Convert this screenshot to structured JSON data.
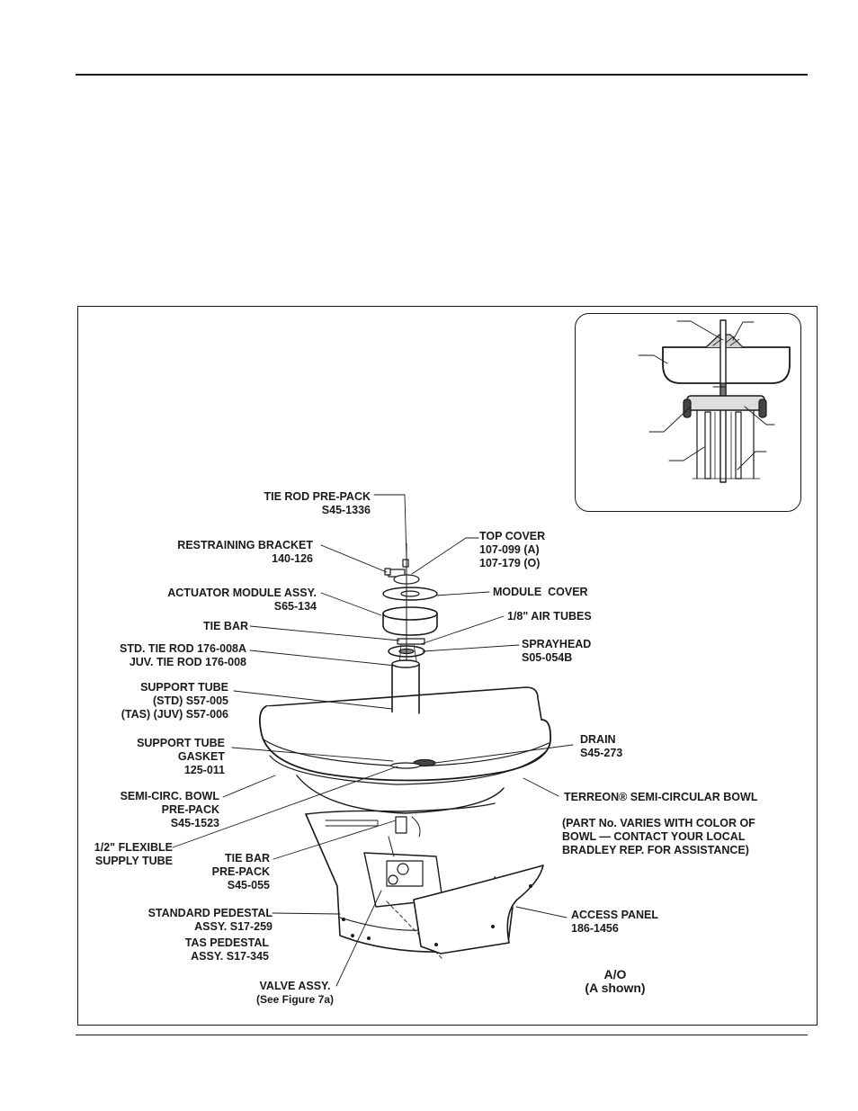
{
  "labels": {
    "tie_rod_prepack": {
      "name": "TIE ROD PRE-PACK",
      "part": "S45-1336"
    },
    "restraining_bracket": {
      "name": "RESTRAINING BRACKET",
      "part": "140-126"
    },
    "actuator_module": {
      "name": "ACTUATOR MODULE ASSY.",
      "part": "S65-134"
    },
    "tie_bar": {
      "name": "TIE BAR"
    },
    "tie_rod": {
      "std": "STD. TIE ROD 176-008A",
      "juv": "JUV. TIE ROD 176-008"
    },
    "support_tube": {
      "name": "SUPPORT TUBE",
      "std": "(STD) S57-005",
      "tas": "(TAS) (JUV) S57-006"
    },
    "support_tube_gasket": {
      "line1": "SUPPORT TUBE",
      "line2": "GASKET",
      "part": "125-011"
    },
    "semi_circ_bowl": {
      "line1": "SEMI-CIRC. BOWL",
      "line2": "PRE-PACK",
      "part": "S45-1523"
    },
    "flexible_supply_tube": {
      "line1": "1/2\" FLEXIBLE",
      "line2": "SUPPLY TUBE"
    },
    "tie_bar_prepack": {
      "line1": "TIE BAR",
      "line2": "PRE-PACK",
      "part": "S45-055"
    },
    "standard_pedestal": {
      "line1": "STANDARD PEDESTAL",
      "line2": "ASSY. S17-259"
    },
    "tas_pedestal": {
      "line1": "TAS PEDESTAL",
      "line2": "ASSY. S17-345"
    },
    "valve_assy": {
      "name": "VALVE ASSY.",
      "note": "(See Figure 7a)"
    },
    "top_cover": {
      "name": "TOP COVER",
      "a": "107-099 (A)",
      "o": "107-179 (O)"
    },
    "module_cover": {
      "name": "MODULE  COVER"
    },
    "air_tubes": {
      "name": "1/8\" AIR TUBES"
    },
    "sprayhead": {
      "name": "SPRAYHEAD",
      "part": "S05-054B"
    },
    "drain": {
      "name": "DRAIN",
      "part": "S45-273"
    },
    "terreon_bowl": {
      "name": "TERREON® SEMI-CIRCULAR BOWL",
      "note1": "(PART No. VARIES WITH COLOR OF",
      "note2": "BOWL — CONTACT YOUR LOCAL",
      "note3": "BRADLEY REP. FOR ASSISTANCE)"
    },
    "access_panel": {
      "name": "ACCESS PANEL",
      "part": "186-1456"
    },
    "variant": {
      "line1": "A/O",
      "line2": "(A shown)"
    }
  }
}
